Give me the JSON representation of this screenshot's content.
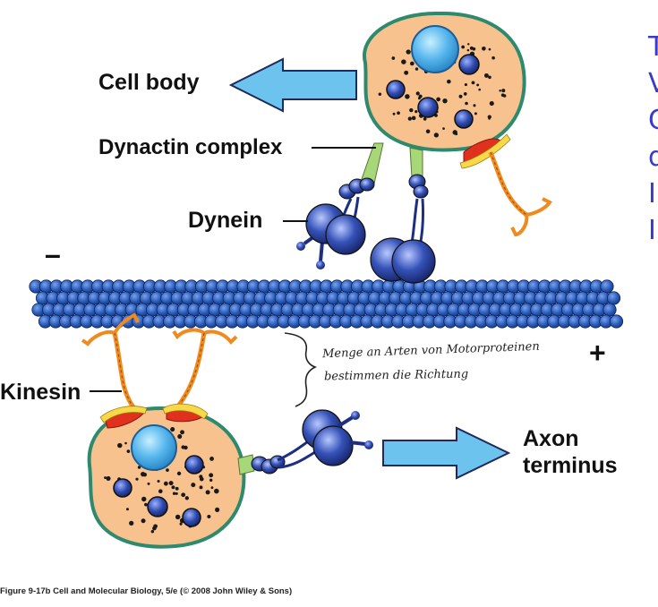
{
  "labels": {
    "cell_body": "Cell body",
    "dynactin_complex": "Dynactin complex",
    "dynein": "Dynein",
    "minus_end": "–",
    "plus_end": "+",
    "kinesin": "Kinesin",
    "axon_terminus_line1": "Axon",
    "axon_terminus_line2": "terminus"
  },
  "side_text": [
    "T",
    "V",
    "C",
    "d",
    "I",
    "I"
  ],
  "handwriting": {
    "line1": "Menge an Arten von Motorproteinen",
    "line2": "bestimmen die Richtung"
  },
  "caption": "Figure 9-17b  Cell and Molecular Biology, 5/e (© 2008 John Wiley & Sons)",
  "colors": {
    "cell_fill": "#f8c28e",
    "cell_border": "#2e8a6e",
    "nucleus": "#59b8ee",
    "vesicle": "#2f46a8",
    "microtubule": "#2a5cb8",
    "arrow": "#6cc4ee",
    "kinesin": "#f08a1e",
    "kinesin_foot": "#e0301e",
    "dynactin": "#a8d77a",
    "side_text": "#3a3acc"
  }
}
